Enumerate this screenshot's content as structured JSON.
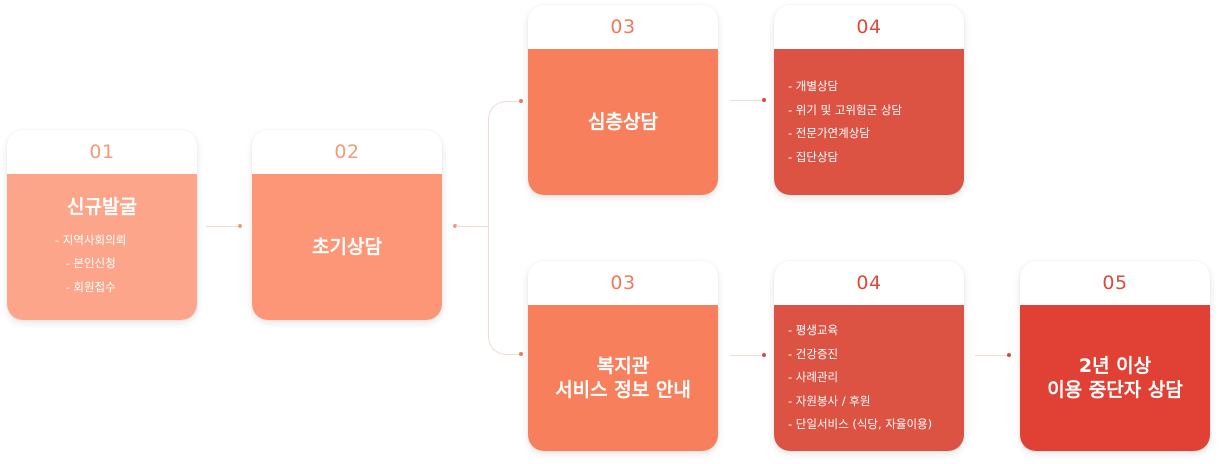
{
  "colors": {
    "step1": "#fda58a",
    "step2": "#fd9677",
    "step3": "#f77f5c",
    "step4": "#dc5344",
    "step5": "#e04134",
    "number_light": "#f29a7c",
    "number_mid": "#ef7a5a",
    "number_dark": "#de4a3a",
    "connector": "#f0dcd4"
  },
  "steps": [
    {
      "number": "01",
      "title": "신규발굴",
      "items": [
        "- 지역사회의뢰",
        "- 본인신청",
        "- 회원접수"
      ]
    },
    {
      "number": "02",
      "title": "초기상담"
    },
    {
      "number": "03",
      "title": "심층상담"
    },
    {
      "number": "04",
      "items": [
        "- 개별상담",
        "- 위기 및 고위험군 상담",
        "- 전문가연계상담",
        "- 집단상담"
      ]
    },
    {
      "number": "03",
      "title_lines": [
        "복지관",
        "서비스 정보 안내"
      ]
    },
    {
      "number": "04",
      "items": [
        "- 평생교육",
        "- 건강증진",
        "- 사례관리",
        "- 자원봉사 / 후원",
        "- 단일서비스 (식당, 자율이용)"
      ]
    },
    {
      "number": "05",
      "title_lines": [
        "2년 이상",
        "이용 중단자 상담"
      ]
    }
  ]
}
